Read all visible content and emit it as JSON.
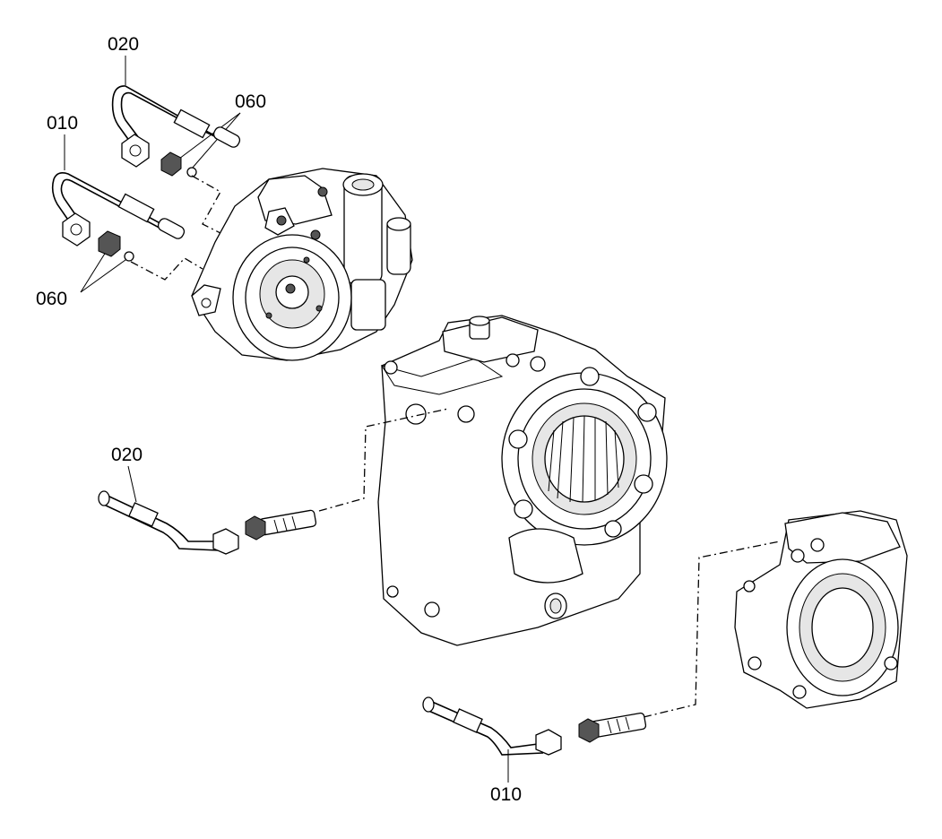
{
  "labels": {
    "top_pipe_020": "020",
    "top_pipe_010": "010",
    "top_seal_060_upper": "060",
    "top_seal_060_lower": "060",
    "mid_pipe_020": "020",
    "bottom_pipe_010": "010"
  }
}
